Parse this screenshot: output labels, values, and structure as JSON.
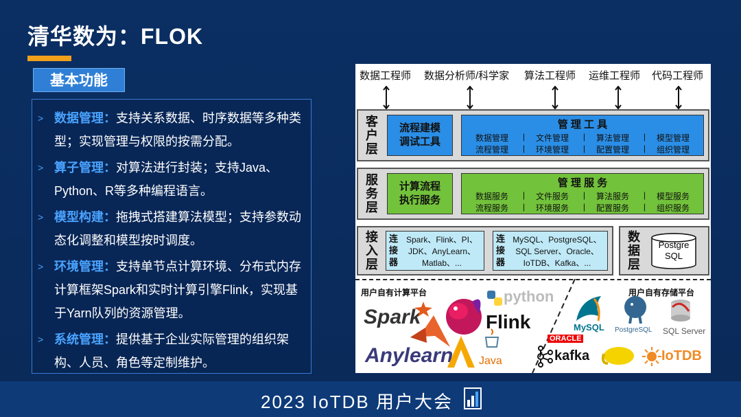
{
  "slide": {
    "title": "清华数为：FLOK",
    "section_tag": "基本功能",
    "features": [
      {
        "key": "数据管理：",
        "text": "支持关系数据、时序数据等多种类型；实现管理与权限的按需分配。"
      },
      {
        "key": "算子管理：",
        "text": "对算法进行封装；支持Java、Python、R等多种编程语言。"
      },
      {
        "key": "模型构建：",
        "text": "拖拽式搭建算法模型；支持参数动态化调整和模型按时调度。"
      },
      {
        "key": "环境管理：",
        "text": "支持单节点计算环境、分布式内存计算框架Spark和实时计算引擎Flink，实现基于Yarn队列的资源管理。"
      },
      {
        "key": "系统管理：",
        "text": "提供基于企业实际管理的组织架构、人员、角色等定制维护。"
      }
    ]
  },
  "diagram": {
    "roles": [
      "数据工程师",
      "数据分析师/科学家",
      "算法工程师",
      "运维工程师",
      "代码工程师"
    ],
    "client_layer": {
      "name": "客户层",
      "left_box": "流程建模\n调试工具",
      "right_title": "管 理 工 具",
      "items": [
        "数据管理",
        "文件管理",
        "算法管理",
        "模型管理",
        "流程管理",
        "环境管理",
        "配置管理",
        "组织管理"
      ]
    },
    "service_layer": {
      "name": "服务层",
      "left_box": "计算流程\n执行服务",
      "right_title": "管 理 服 务",
      "items": [
        "数据服务",
        "文件服务",
        "算法服务",
        "模型服务",
        "流程服务",
        "环境服务",
        "配置服务",
        "组织服务"
      ]
    },
    "access_layer": {
      "name": "接入层",
      "connector_label": "连接器",
      "compute_connector": "Spark、Flink、PI、\nJDK、AnyLearn、\nMatlab、...",
      "storage_connector": "MySQL、PostgreSQL、\nSQL Server、Oracle、\nIoTDB、Kafka、..."
    },
    "data_layer": {
      "name": "数据层",
      "db": "Postgre\nSQL"
    },
    "platforms": {
      "compute_label": "用户自有计算平台",
      "storage_label": "用户自有存储平台",
      "compute_logos": [
        "Spark",
        "python",
        "Flink",
        "Anylearn",
        "Java"
      ],
      "storage_logos": [
        "MySQL",
        "PostgreSQL",
        "SQL Server",
        "ORACLE",
        "kafka",
        "IoTDB"
      ]
    }
  },
  "footer": {
    "text": "2023 IoTDB 用户大会"
  },
  "colors": {
    "background": "#0b2f63",
    "accent": "#f1a01c",
    "highlight": "#4aa3ff",
    "tag": "#2f7fd6",
    "blue_box": "#2b8ee6",
    "green_box": "#72c23b",
    "light_box": "#bfe9f7"
  }
}
